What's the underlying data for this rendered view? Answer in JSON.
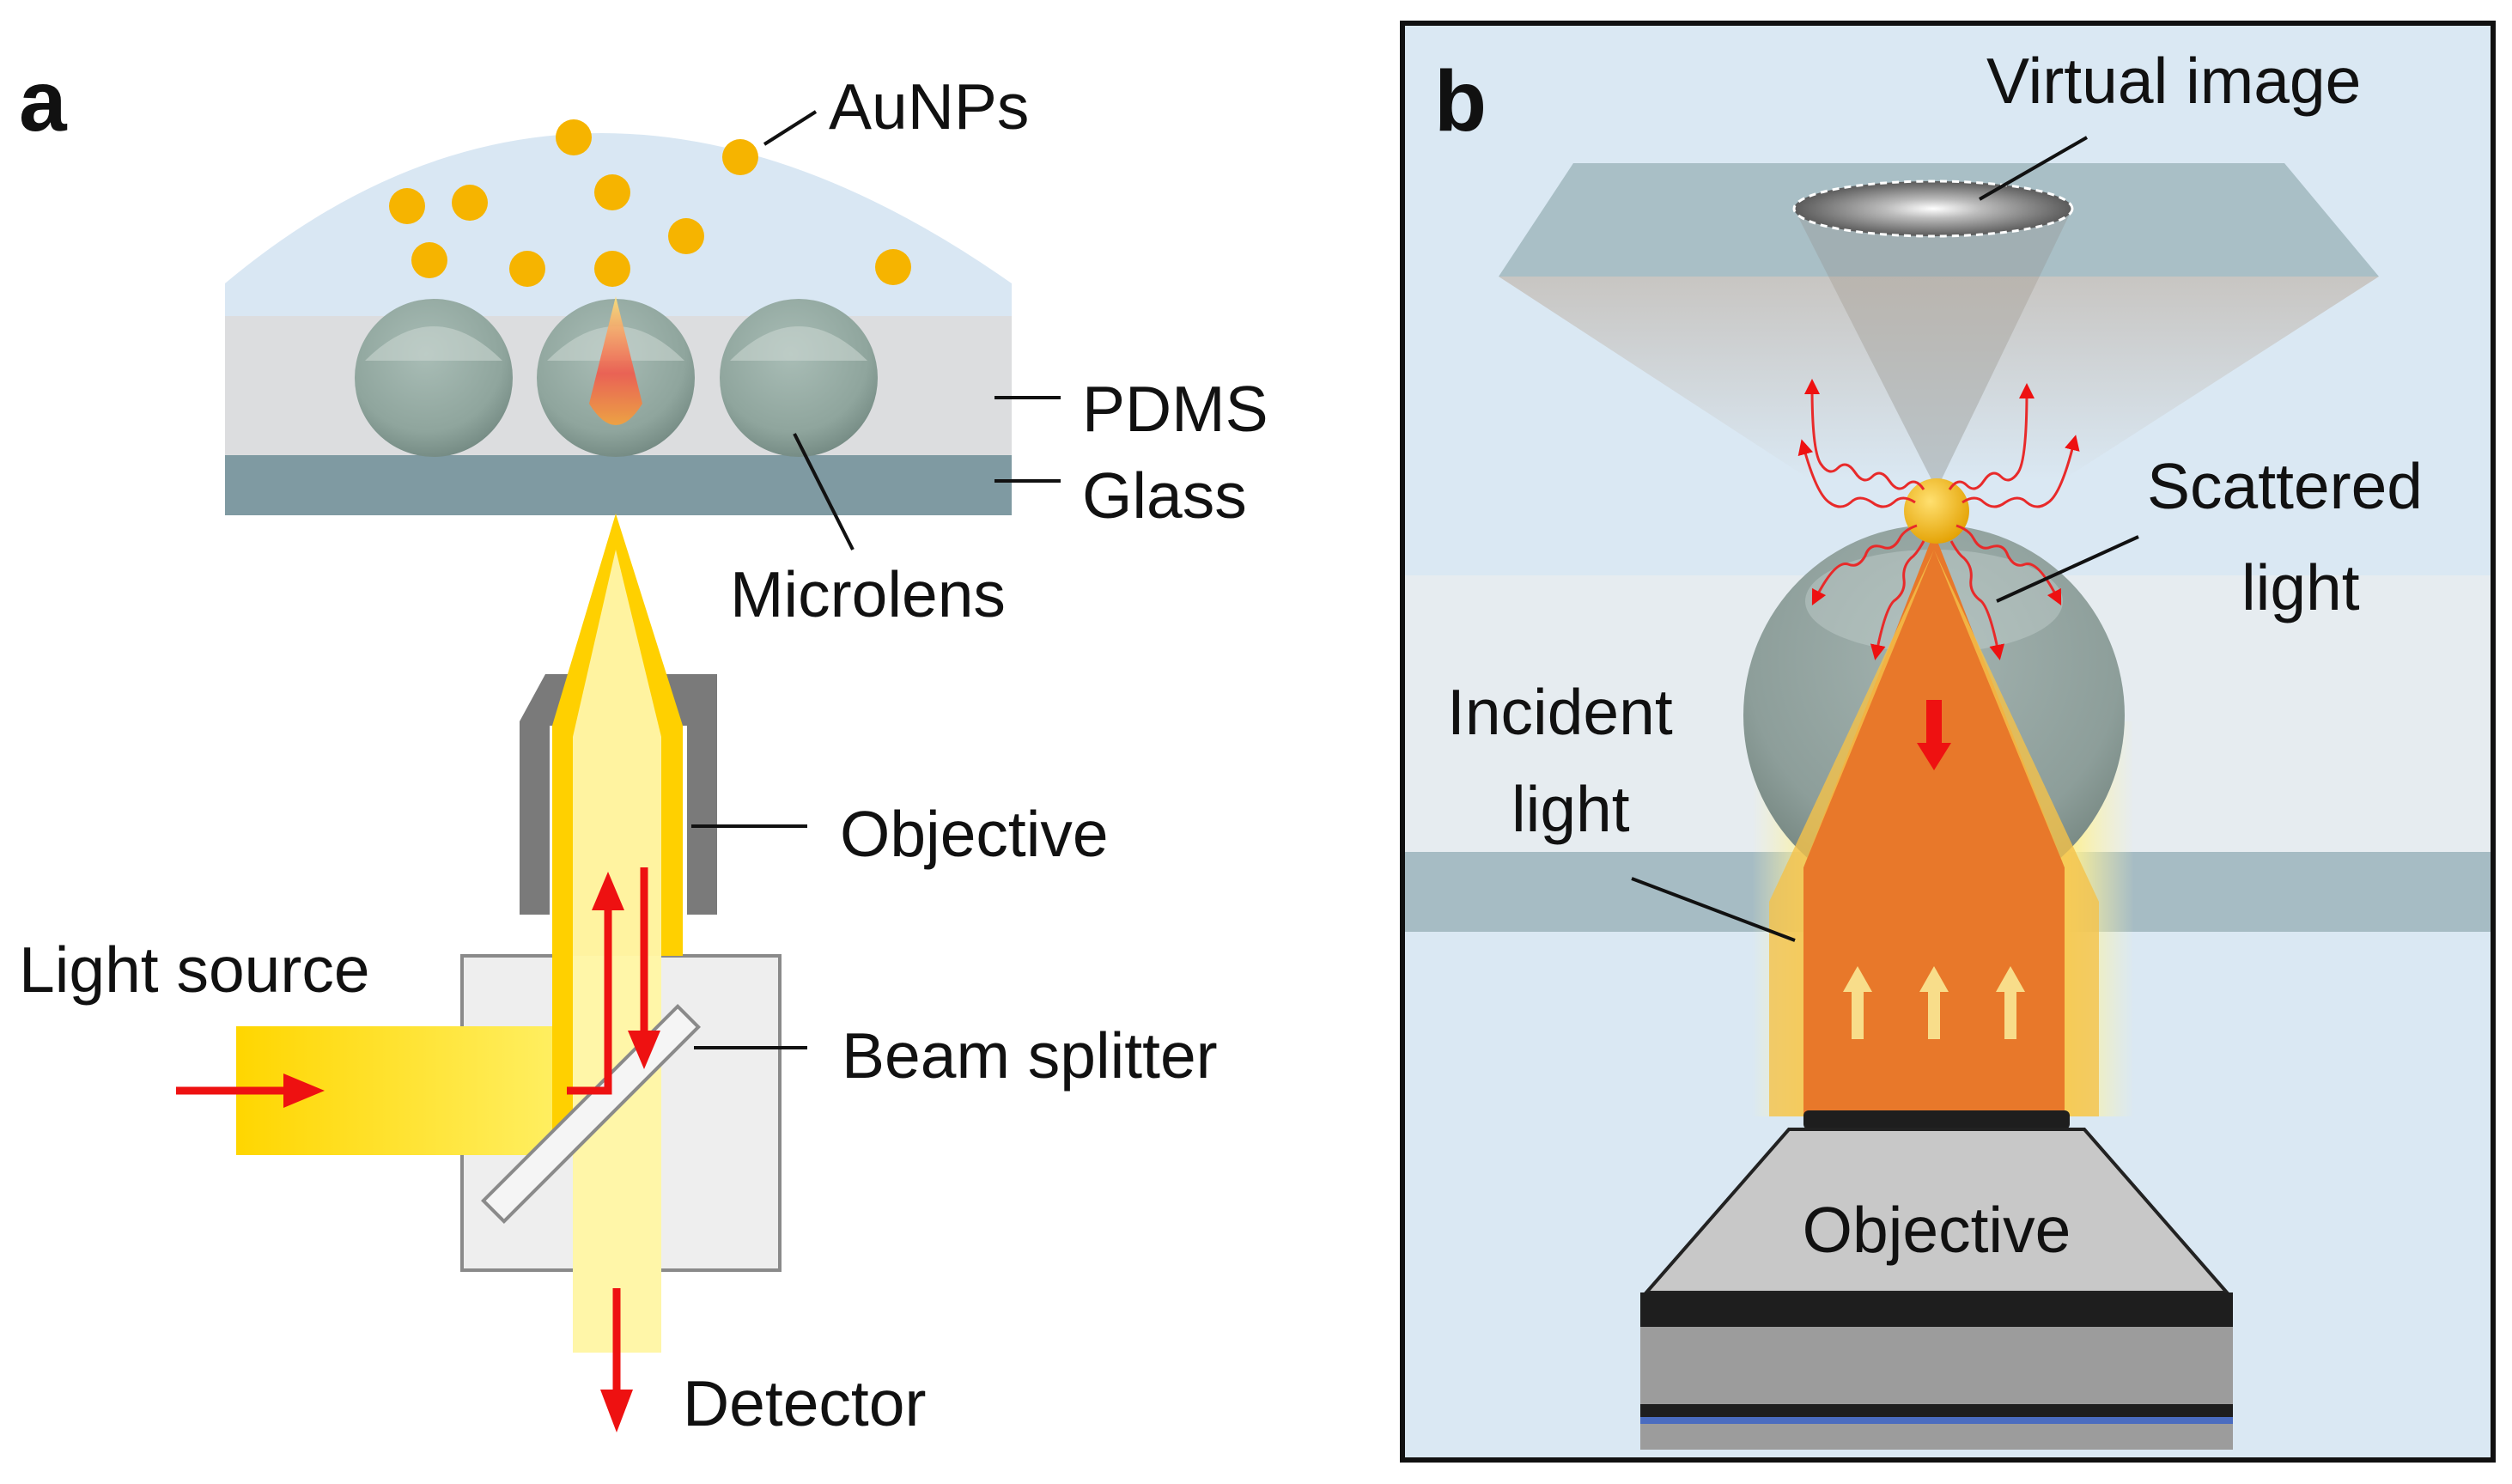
{
  "panel_a": {
    "letter": "a",
    "labels": {
      "aunps": "AuNPs",
      "pdms": "PDMS",
      "glass": "Glass",
      "microlens": "Microlens",
      "objective": "Objective",
      "light_source": "Light source",
      "beam_splitter": "Beam splitter",
      "detector": "Detector"
    }
  },
  "panel_b": {
    "letter": "b",
    "labels": {
      "virtual_image": "Virtual image",
      "scattered_1": "Scattered",
      "scattered_2": "light",
      "incident_1": "Incident",
      "incident_2": "light",
      "objective": "Objective"
    }
  },
  "colors": {
    "gold_particle": "#F6B400",
    "beam_yellow": "#FFD400",
    "arrow_red": "#EE1111",
    "glass_blue_gray": "#7F9AA2",
    "pdms_gray": "#DCDDDF",
    "medium_blue": "#D6E6F2",
    "beam_orange": "#E8782A"
  }
}
